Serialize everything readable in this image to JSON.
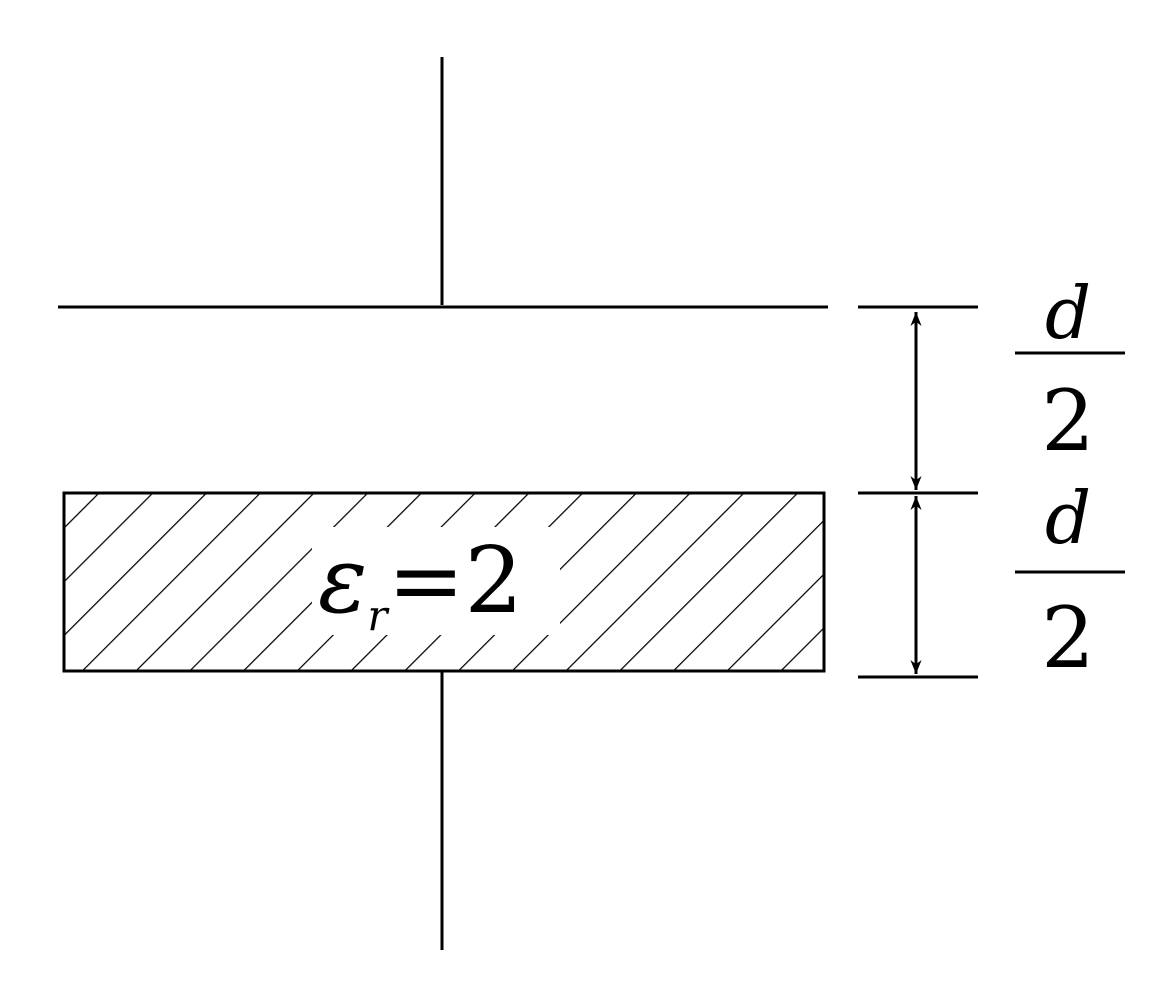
{
  "diagram": {
    "dielectric_label": {
      "symbol": "ε",
      "subscript": "r",
      "equals": "=",
      "value": "2"
    },
    "upper_gap": {
      "numerator": "d",
      "denominator": "2"
    },
    "lower_gap": {
      "numerator": "d",
      "denominator": "2"
    },
    "colors": {
      "stroke": "#000000",
      "background": "#ffffff"
    }
  }
}
